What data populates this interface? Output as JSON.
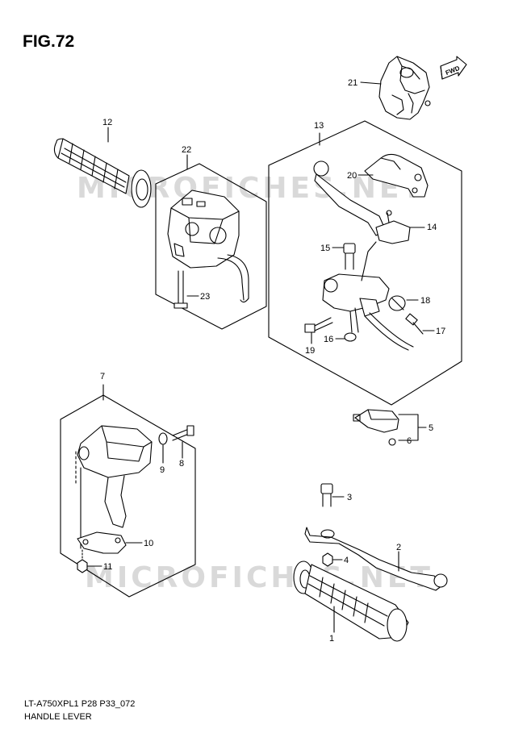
{
  "figure": {
    "title": "FIG.72",
    "code": "LT-A750XPL1 P28 P33_072",
    "name": "HANDLE LEVER",
    "fwd_label": "FWD",
    "watermark": "MICROFICHES.NET"
  },
  "callouts": [
    "1",
    "2",
    "3",
    "4",
    "5",
    "6",
    "7",
    "8",
    "9",
    "10",
    "11",
    "12",
    "13",
    "14",
    "15",
    "16",
    "17",
    "18",
    "19",
    "20",
    "21",
    "22",
    "23"
  ],
  "colors": {
    "line": "#000000",
    "watermark": "#d9d9d9",
    "fill": "#ffffff"
  }
}
